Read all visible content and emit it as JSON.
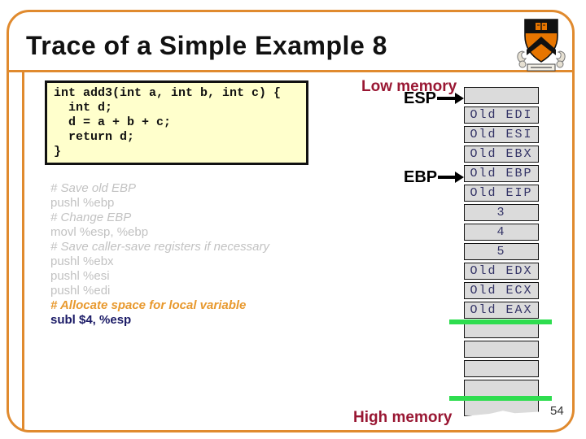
{
  "slide": {
    "title": "Trace of a Simple Example 8",
    "page_number": "54"
  },
  "logo": {
    "name": "princeton-shield"
  },
  "code_box": {
    "lines": [
      "int add3(int a, int b, int c) {",
      "  int d;",
      "  d = a + b + c;",
      "  return d;",
      "}"
    ]
  },
  "assembly": {
    "lines": [
      {
        "text": "# Save old EBP",
        "kind": "comment",
        "emphasis": "past"
      },
      {
        "text": "pushl %ebp",
        "kind": "instruction",
        "emphasis": "past"
      },
      {
        "text": "# Change EBP",
        "kind": "comment",
        "emphasis": "past"
      },
      {
        "text": "movl %esp, %ebp",
        "kind": "instruction",
        "emphasis": "past"
      },
      {
        "text": "# Save caller-save registers if necessary",
        "kind": "comment",
        "emphasis": "past"
      },
      {
        "text": "pushl %ebx",
        "kind": "instruction",
        "emphasis": "past"
      },
      {
        "text": "pushl %esi",
        "kind": "instruction",
        "emphasis": "past"
      },
      {
        "text": "pushl %edi",
        "kind": "instruction",
        "emphasis": "past"
      },
      {
        "text": "# Allocate space for local variable",
        "kind": "comment",
        "emphasis": "current"
      },
      {
        "text": "subl $4, %esp",
        "kind": "instruction",
        "emphasis": "current"
      }
    ]
  },
  "memory_diagram": {
    "low_label": "Low memory",
    "high_label": "High memory",
    "esp_label": "ESP",
    "ebp_label": "EBP",
    "cells": [
      "",
      "Old EDI",
      "Old ESI",
      "Old EBX",
      "Old EBP",
      "Old EIP",
      "3",
      "4",
      "5",
      "Old EDX",
      "Old ECX",
      "Old EAX",
      "",
      "",
      "",
      "",
      ""
    ],
    "esp_points_to_cell": 0,
    "ebp_points_to_cell": 4
  },
  "colors": {
    "frame_orange": "#E08A2E",
    "princeton_orange": "#E77500",
    "maroon_label": "#991733",
    "code_bg": "#FFFFCC",
    "cell_bg": "#DBDBDB",
    "cell_text_navy": "#333366",
    "asm_gray": "#C2C2C2",
    "asm_comment_orange": "#E8992E",
    "asm_instr_navy": "#1A1A66",
    "green_marker": "#2EDD4F"
  }
}
